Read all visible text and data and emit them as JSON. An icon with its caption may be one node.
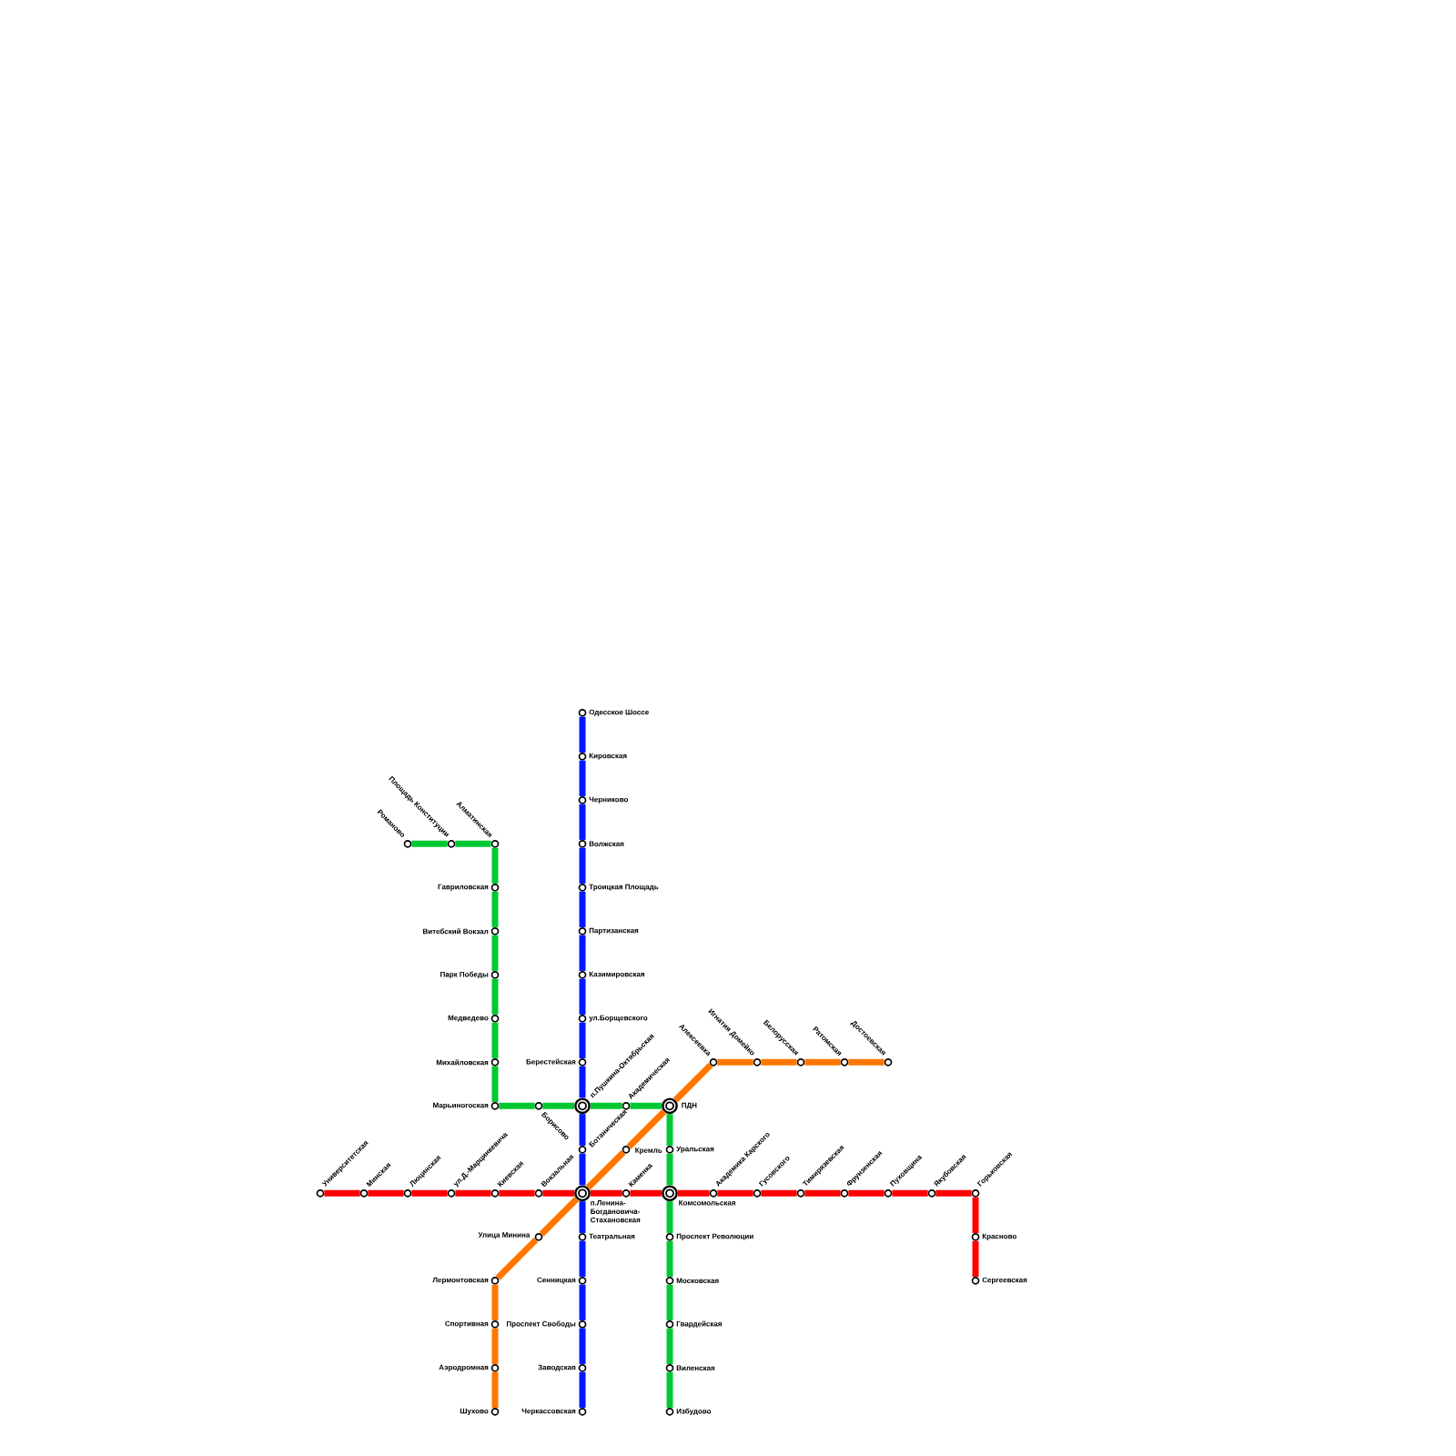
{
  "diagram": {
    "nodes": [
      {
        "text": [
          "Одесское Шоссе"
        ]
      },
      {
        "text": [
          "Кировская"
        ]
      },
      {
        "text": [
          "Черниково"
        ]
      },
      {
        "text": [
          "Романово"
        ]
      },
      {
        "text": [
          "Площадь Конституции"
        ]
      },
      {
        "text": [
          "Алматинская"
        ]
      },
      {
        "text": [
          "Волжская"
        ]
      },
      {
        "text": [
          "Гавриловская"
        ]
      },
      {
        "text": [
          "Троицкая Площадь"
        ]
      },
      {
        "text": [
          "Витебский Вокзал"
        ]
      },
      {
        "text": [
          "Партизанская"
        ]
      },
      {
        "text": [
          "Парк Победы"
        ]
      },
      {
        "text": [
          "Казимировская"
        ]
      },
      {
        "text": [
          "Медведево"
        ]
      },
      {
        "text": [
          "ул.Борщевского"
        ]
      },
      {
        "text": [
          "Михайловская"
        ]
      },
      {
        "text": [
          "Берестейская"
        ]
      },
      {
        "text": [
          "Алексеевка"
        ]
      },
      {
        "text": [
          "Игнатия Домейко"
        ]
      },
      {
        "text": [
          "Белорусская"
        ]
      },
      {
        "text": [
          "Ратомская"
        ]
      },
      {
        "text": [
          "Достоевская"
        ]
      },
      {
        "text": [
          "Марьиногоская"
        ]
      },
      {
        "text": [
          "Борисово"
        ]
      },
      {
        "text": [
          "п.Пушкина-Октябрьская"
        ]
      },
      {
        "text": [
          "Академическая"
        ]
      },
      {
        "text": [
          "ПДН"
        ]
      },
      {
        "text": [
          "Ботаническая"
        ]
      },
      {
        "text": [
          "Кремль"
        ]
      },
      {
        "text": [
          "Уральская"
        ]
      },
      {
        "text": [
          "Университетская"
        ]
      },
      {
        "text": [
          "Минская"
        ]
      },
      {
        "text": [
          "Люцинская"
        ]
      },
      {
        "text": [
          "ул.Д.-Марцинкевича"
        ]
      },
      {
        "text": [
          "Киевская"
        ]
      },
      {
        "text": [
          "Вокзальная"
        ]
      },
      {
        "text": [
          "п.Ленина-Богдановича-Стахановская"
        ]
      },
      {
        "text": [
          "Каменка"
        ]
      },
      {
        "text": [
          "Комсомольская"
        ]
      },
      {
        "text": [
          "Академика Карского"
        ]
      },
      {
        "text": [
          "Гусовского"
        ]
      },
      {
        "text": [
          "Тимирязевская"
        ]
      },
      {
        "text": [
          "Фрунзенская"
        ]
      },
      {
        "text": [
          "Пуховщина"
        ]
      },
      {
        "text": [
          "Якубовская"
        ]
      },
      {
        "text": [
          "Горьковская"
        ]
      },
      {
        "text": [
          "Улица Минина"
        ]
      },
      {
        "text": [
          "Театральная"
        ]
      },
      {
        "text": [
          "Проспект Революции"
        ]
      },
      {
        "text": [
          "Красново"
        ]
      },
      {
        "text": [
          "Лермонтовская"
        ]
      },
      {
        "text": [
          "Сенницкая"
        ]
      },
      {
        "text": [
          "Московская"
        ]
      },
      {
        "text": [
          "Сергеевская"
        ]
      },
      {
        "text": [
          "Спортивная"
        ]
      },
      {
        "text": [
          "Проспект Свободы"
        ]
      },
      {
        "text": [
          "Гвардейская"
        ]
      },
      {
        "text": [
          "Аэродромная"
        ]
      },
      {
        "text": [
          "Заводская"
        ]
      },
      {
        "text": [
          "Виленская"
        ]
      },
      {
        "text": [
          "Шухово"
        ]
      },
      {
        "text": [
          "Черкассовская"
        ]
      },
      {
        "text": [
          "Избудово"
        ]
      }
    ],
    "edges": [
      {
        "from": 0,
        "to": 1,
        "arrow": "none",
        "color": "#0019ff"
      },
      {
        "from": 1,
        "to": 2,
        "arrow": "none",
        "color": "#0019ff"
      },
      {
        "from": 2,
        "to": 6,
        "arrow": "none",
        "color": "#0019ff"
      },
      {
        "from": 6,
        "to": 8,
        "arrow": "none",
        "color": "#0019ff"
      },
      {
        "from": 8,
        "to": 10,
        "arrow": "none",
        "color": "#0019ff"
      },
      {
        "from": 10,
        "to": 12,
        "arrow": "none",
        "color": "#0019ff"
      },
      {
        "from": 12,
        "to": 14,
        "arrow": "none",
        "color": "#0019ff"
      },
      {
        "from": 14,
        "to": 16,
        "arrow": "none",
        "color": "#0019ff"
      },
      {
        "from": 16,
        "to": 24,
        "arrow": "none",
        "color": "#0019ff"
      },
      {
        "from": 24,
        "to": 27,
        "arrow": "none",
        "color": "#0019ff"
      },
      {
        "from": 27,
        "to": 36,
        "arrow": "none",
        "color": "#0019ff"
      },
      {
        "from": 36,
        "to": 47,
        "arrow": "none",
        "color": "#0019ff"
      },
      {
        "from": 47,
        "to": 51,
        "arrow": "none",
        "color": "#0019ff"
      },
      {
        "from": 51,
        "to": 55,
        "arrow": "none",
        "color": "#0019ff"
      },
      {
        "from": 55,
        "to": 58,
        "arrow": "none",
        "color": "#0019ff"
      },
      {
        "from": 58,
        "to": 61,
        "arrow": "none",
        "color": "#0019ff"
      },
      {
        "from": 3,
        "to": 4,
        "arrow": "none",
        "color": "#00c832"
      },
      {
        "from": 4,
        "to": 5,
        "arrow": "none",
        "color": "#00c832"
      },
      {
        "from": 5,
        "to": 7,
        "arrow": "none",
        "color": "#00c832"
      },
      {
        "from": 7,
        "to": 9,
        "arrow": "none",
        "color": "#00c832"
      },
      {
        "from": 9,
        "to": 11,
        "arrow": "none",
        "color": "#00c832"
      },
      {
        "from": 11,
        "to": 13,
        "arrow": "none",
        "color": "#00c832"
      },
      {
        "from": 13,
        "to": 15,
        "arrow": "none",
        "color": "#00c832"
      },
      {
        "from": 15,
        "to": 22,
        "arrow": "none",
        "color": "#00c832"
      },
      {
        "from": 22,
        "to": 23,
        "arrow": "none",
        "color": "#00c832"
      },
      {
        "from": 23,
        "to": 24,
        "arrow": "none",
        "color": "#00c832"
      },
      {
        "from": 24,
        "to": 25,
        "arrow": "none",
        "color": "#00c832"
      },
      {
        "from": 25,
        "to": 26,
        "arrow": "none",
        "color": "#00c832"
      },
      {
        "from": 26,
        "to": 29,
        "arrow": "none",
        "color": "#00c832"
      },
      {
        "from": 29,
        "to": 38,
        "arrow": "none",
        "color": "#00c832"
      },
      {
        "from": 38,
        "to": 48,
        "arrow": "none",
        "color": "#00c832"
      },
      {
        "from": 48,
        "to": 52,
        "arrow": "none",
        "color": "#00c832"
      },
      {
        "from": 52,
        "to": 56,
        "arrow": "none",
        "color": "#00c832"
      },
      {
        "from": 56,
        "to": 59,
        "arrow": "none",
        "color": "#00c832"
      },
      {
        "from": 59,
        "to": 62,
        "arrow": "none",
        "color": "#00c832"
      },
      {
        "from": 30,
        "to": 31,
        "arrow": "none",
        "color": "#ff0000"
      },
      {
        "from": 31,
        "to": 32,
        "arrow": "none",
        "color": "#ff0000"
      },
      {
        "from": 32,
        "to": 33,
        "arrow": "none",
        "color": "#ff0000"
      },
      {
        "from": 33,
        "to": 34,
        "arrow": "none",
        "color": "#ff0000"
      },
      {
        "from": 34,
        "to": 35,
        "arrow": "none",
        "color": "#ff0000"
      },
      {
        "from": 35,
        "to": 36,
        "arrow": "none",
        "color": "#ff0000"
      },
      {
        "from": 36,
        "to": 37,
        "arrow": "none",
        "color": "#ff0000"
      },
      {
        "from": 37,
        "to": 38,
        "arrow": "none",
        "color": "#ff0000"
      },
      {
        "from": 38,
        "to": 39,
        "arrow": "none",
        "color": "#ff0000"
      },
      {
        "from": 39,
        "to": 40,
        "arrow": "none",
        "color": "#ff0000"
      },
      {
        "from": 40,
        "to": 41,
        "arrow": "none",
        "color": "#ff0000"
      },
      {
        "from": 41,
        "to": 42,
        "arrow": "none",
        "color": "#ff0000"
      },
      {
        "from": 42,
        "to": 43,
        "arrow": "none",
        "color": "#ff0000"
      },
      {
        "from": 43,
        "to": 44,
        "arrow": "none",
        "color": "#ff0000"
      },
      {
        "from": 44,
        "to": 45,
        "arrow": "none",
        "color": "#ff0000"
      },
      {
        "from": 45,
        "to": 49,
        "arrow": "none",
        "color": "#ff0000"
      },
      {
        "from": 49,
        "to": 53,
        "arrow": "none",
        "color": "#ff0000"
      },
      {
        "from": 60,
        "to": 57,
        "arrow": "none",
        "color": "#ff7700"
      },
      {
        "from": 57,
        "to": 54,
        "arrow": "none",
        "color": "#ff7700"
      },
      {
        "from": 54,
        "to": 50,
        "arrow": "none",
        "color": "#ff7700"
      },
      {
        "from": 50,
        "to": 46,
        "arrow": "none",
        "color": "#ff7700"
      },
      {
        "from": 46,
        "to": 36,
        "arrow": "none",
        "color": "#ff7700"
      },
      {
        "from": 36,
        "to": 28,
        "arrow": "none",
        "color": "#ff7700"
      },
      {
        "from": 28,
        "to": 26,
        "arrow": "none",
        "color": "#ff7700"
      },
      {
        "from": 26,
        "to": 17,
        "arrow": "none",
        "color": "#ff7700"
      },
      {
        "from": 17,
        "to": 18,
        "arrow": "none",
        "color": "#ff7700"
      },
      {
        "from": 18,
        "to": 19,
        "arrow": "none",
        "color": "#ff7700"
      },
      {
        "from": 19,
        "to": 20,
        "arrow": "none",
        "color": "#ff7700"
      },
      {
        "from": 20,
        "to": 21,
        "arrow": "none",
        "color": "#ff7700"
      }
    ]
  }
}
